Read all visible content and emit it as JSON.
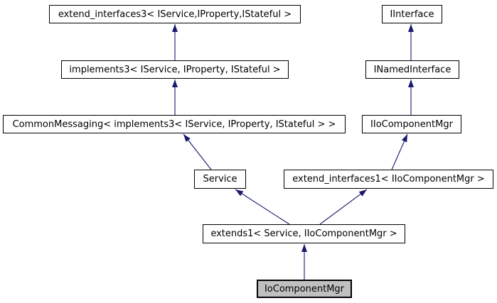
{
  "diagram": {
    "type": "class-inheritance-graph",
    "current_class": "IoComponentMgr",
    "colors": {
      "edge": "#191970",
      "node_border": "#000000",
      "node_fill": "#ffffff",
      "highlight_fill": "#c0c0c0",
      "text": "#000000",
      "background": "#ffffff"
    },
    "nodes": [
      {
        "id": "extend_interfaces3",
        "label": "extend_interfaces3< IService,IProperty,IStateful >",
        "highlighted": false
      },
      {
        "id": "IInterface",
        "label": "IInterface",
        "highlighted": false
      },
      {
        "id": "implements3",
        "label": "implements3< IService, IProperty, IStateful >",
        "highlighted": false
      },
      {
        "id": "INamedInterface",
        "label": "INamedInterface",
        "highlighted": false
      },
      {
        "id": "CommonMessaging",
        "label": "CommonMessaging< implements3< IService, IProperty, IStateful > >",
        "highlighted": false
      },
      {
        "id": "IIoComponentMgr",
        "label": "IIoComponentMgr",
        "highlighted": false
      },
      {
        "id": "Service",
        "label": "Service",
        "highlighted": false
      },
      {
        "id": "extend_interfaces1",
        "label": "extend_interfaces1< IIoComponentMgr >",
        "highlighted": false
      },
      {
        "id": "extends1",
        "label": "extends1< Service, IIoComponentMgr >",
        "highlighted": false
      },
      {
        "id": "IoComponentMgr",
        "label": "IoComponentMgr",
        "highlighted": true
      }
    ],
    "edges": [
      {
        "from": "implements3",
        "to": "extend_interfaces3"
      },
      {
        "from": "CommonMessaging",
        "to": "implements3"
      },
      {
        "from": "Service",
        "to": "CommonMessaging"
      },
      {
        "from": "INamedInterface",
        "to": "IInterface"
      },
      {
        "from": "IIoComponentMgr",
        "to": "INamedInterface"
      },
      {
        "from": "extend_interfaces1",
        "to": "IIoComponentMgr"
      },
      {
        "from": "extends1",
        "to": "Service"
      },
      {
        "from": "extends1",
        "to": "extend_interfaces1"
      },
      {
        "from": "IoComponentMgr",
        "to": "extends1"
      }
    ]
  }
}
